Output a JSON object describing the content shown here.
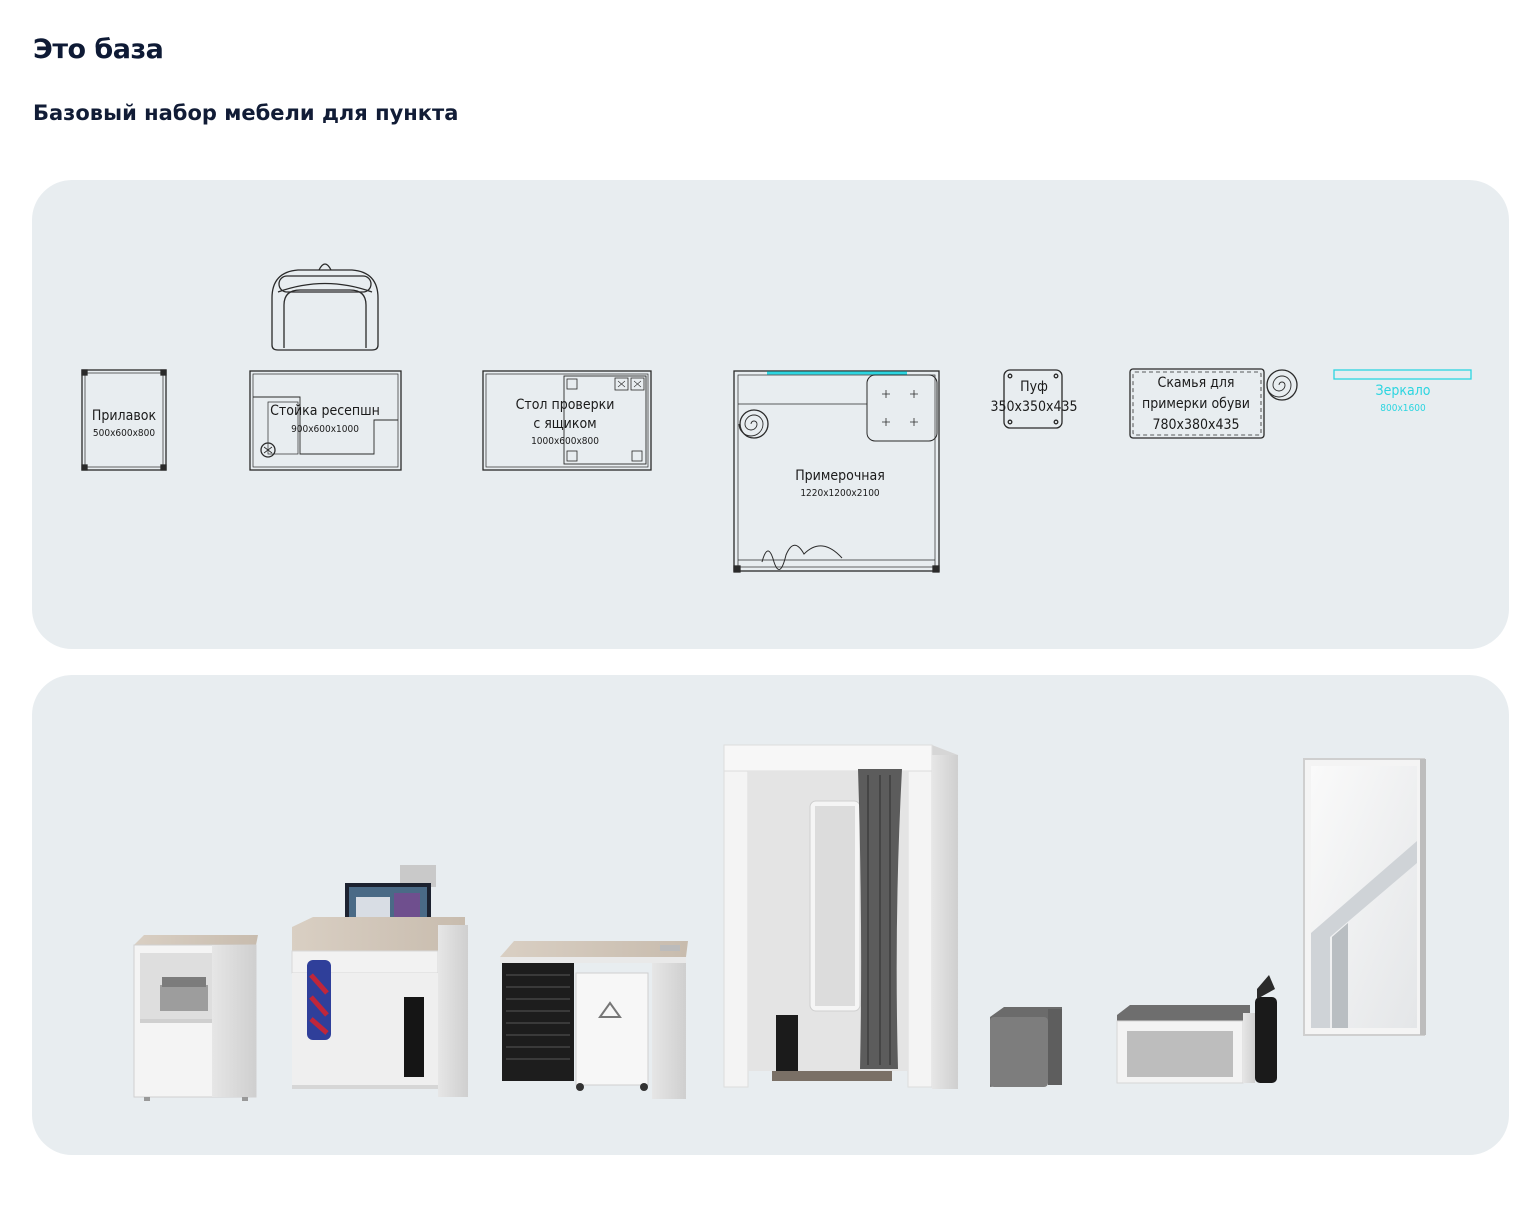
{
  "page": {
    "title": "Это база",
    "subtitle": "Базовый набор мебели для пункта"
  },
  "plan": {
    "items": [
      {
        "name": "Прилавок",
        "dims": "500x600x800"
      },
      {
        "name": "Стойка ресепшн",
        "dims": "900x600x1000"
      },
      {
        "name_line1": "Стол проверки",
        "name_line2": "с ящиком",
        "dims": "1000x600x800"
      },
      {
        "name": "Примерочная",
        "dims": "1220x1200x2100"
      },
      {
        "name": "Пуф",
        "dims": "350x350x435"
      },
      {
        "name_line1": "Скамья для",
        "name_line2": "примерки обуви",
        "dims": "780x380x435"
      },
      {
        "name": "Зеркало",
        "dims": "800x1600"
      }
    ]
  },
  "colors": {
    "panel": "#e8edf0",
    "accent_cyan": "#2cd5e0",
    "title": "#0e1a35"
  }
}
